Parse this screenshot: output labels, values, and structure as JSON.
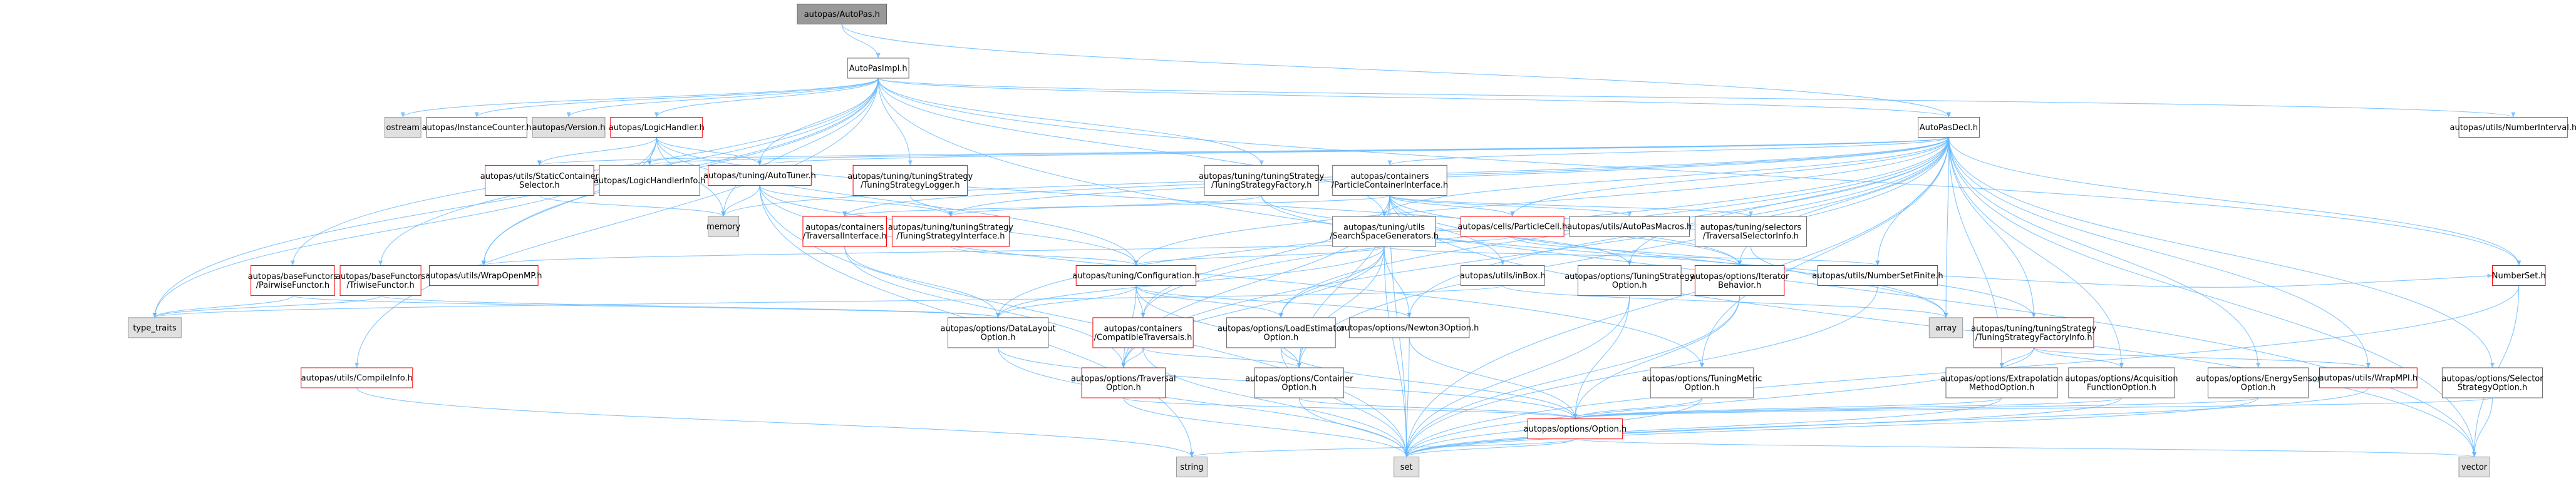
{
  "colors": {
    "root_fill": "#999999",
    "root_border": "#666666",
    "documented_fill": "#ffffff",
    "documented_border": "#666666",
    "truncated_border": "#ff0000",
    "external_fill": "#e0e0e0",
    "external_border": "#999999",
    "edge": "#63b8ff"
  },
  "nodes": [
    {
      "id": "autopas_h",
      "lines": [
        "autopas/AutoPas.h"
      ],
      "kind": "root"
    },
    {
      "id": "autopasimpl",
      "lines": [
        "AutoPasImpl.h"
      ],
      "kind": "documented"
    },
    {
      "id": "autopasdecl",
      "lines": [
        "AutoPasDecl.h"
      ],
      "kind": "documented"
    },
    {
      "id": "ostream",
      "lines": [
        "ostream"
      ],
      "kind": "external"
    },
    {
      "id": "instancecounter",
      "lines": [
        "autopas/InstanceCounter.h"
      ],
      "kind": "documented"
    },
    {
      "id": "version",
      "lines": [
        "autopas/Version.h"
      ],
      "kind": "external"
    },
    {
      "id": "logichandler",
      "lines": [
        "autopas/LogicHandler.h"
      ],
      "kind": "truncated"
    },
    {
      "id": "numberinterval",
      "lines": [
        "autopas/utils/NumberInterval.h"
      ],
      "kind": "documented"
    },
    {
      "id": "staticcontainer",
      "lines": [
        "autopas/utils/StaticContainer",
        "Selector.h"
      ],
      "kind": "truncated"
    },
    {
      "id": "logichandlerinfo",
      "lines": [
        "autopas/LogicHandlerInfo.h"
      ],
      "kind": "documented"
    },
    {
      "id": "autotuner",
      "lines": [
        "autopas/tuning/AutoTuner.h"
      ],
      "kind": "truncated"
    },
    {
      "id": "strategylogger",
      "lines": [
        "autopas/tuning/tuningStrategy",
        "/TuningStrategyLogger.h"
      ],
      "kind": "truncated"
    },
    {
      "id": "strategyfactory",
      "lines": [
        "autopas/tuning/tuningStrategy",
        "/TuningStrategyFactory.h"
      ],
      "kind": "documented"
    },
    {
      "id": "pcinterface",
      "lines": [
        "autopas/containers",
        "/ParticleContainerInterface.h"
      ],
      "kind": "documented"
    },
    {
      "id": "memory",
      "lines": [
        "memory"
      ],
      "kind": "external"
    },
    {
      "id": "traversalinterface",
      "lines": [
        "autopas/containers",
        "/TraversalInterface.h"
      ],
      "kind": "truncated"
    },
    {
      "id": "strategyinterface",
      "lines": [
        "autopas/tuning/tuningStrategy",
        "/TuningStrategyInterface.h"
      ],
      "kind": "truncated"
    },
    {
      "id": "searchspace",
      "lines": [
        "autopas/tuning/utils",
        "/SearchSpaceGenerators.h"
      ],
      "kind": "documented"
    },
    {
      "id": "particlecell",
      "lines": [
        "autopas/cells/ParticleCell.h"
      ],
      "kind": "truncated"
    },
    {
      "id": "automacros",
      "lines": [
        "autopas/utils/AutoPasMacros.h"
      ],
      "kind": "documented"
    },
    {
      "id": "selectorinfo",
      "lines": [
        "autopas/tuning/selectors",
        "/TraversalSelectorInfo.h"
      ],
      "kind": "documented"
    },
    {
      "id": "pairwise",
      "lines": [
        "autopas/baseFunctors",
        "/PairwiseFunctor.h"
      ],
      "kind": "truncated"
    },
    {
      "id": "triwise",
      "lines": [
        "autopas/baseFunctors",
        "/TriwiseFunctor.h"
      ],
      "kind": "truncated"
    },
    {
      "id": "wrapopenmp",
      "lines": [
        "autopas/utils/WrapOpenMP.h"
      ],
      "kind": "truncated"
    },
    {
      "id": "configuration",
      "lines": [
        "autopas/tuning/Configuration.h"
      ],
      "kind": "truncated"
    },
    {
      "id": "inbox",
      "lines": [
        "autopas/utils/inBox.h"
      ],
      "kind": "documented"
    },
    {
      "id": "tuningstrategyoption",
      "lines": [
        "autopas/options/TuningStrategy",
        "Option.h"
      ],
      "kind": "documented"
    },
    {
      "id": "iteratorbehavior",
      "lines": [
        "autopas/options/Iterator",
        "Behavior.h"
      ],
      "kind": "truncated"
    },
    {
      "id": "numbersetfinite",
      "lines": [
        "autopas/utils/NumberSetFinite.h"
      ],
      "kind": "truncated"
    },
    {
      "id": "numberset",
      "lines": [
        "NumberSet.h"
      ],
      "kind": "truncated"
    },
    {
      "id": "typetraits",
      "lines": [
        "type_traits"
      ],
      "kind": "external"
    },
    {
      "id": "datalayout",
      "lines": [
        "autopas/options/DataLayout",
        "Option.h"
      ],
      "kind": "documented"
    },
    {
      "id": "compatibletraversals",
      "lines": [
        "autopas/containers",
        "/CompatibleTraversals.h"
      ],
      "kind": "truncated"
    },
    {
      "id": "loadestimator",
      "lines": [
        "autopas/options/LoadEstimator",
        "Option.h"
      ],
      "kind": "documented"
    },
    {
      "id": "newton3",
      "lines": [
        "autopas/options/Newton3Option.h"
      ],
      "kind": "documented"
    },
    {
      "id": "array",
      "lines": [
        "array"
      ],
      "kind": "external"
    },
    {
      "id": "factoryinfo",
      "lines": [
        "autopas/tuning/tuningStrategy",
        "/TuningStrategyFactoryInfo.h"
      ],
      "kind": "truncated"
    },
    {
      "id": "compileinfo",
      "lines": [
        "autopas/utils/CompileInfo.h"
      ],
      "kind": "truncated"
    },
    {
      "id": "traversaloption",
      "lines": [
        "autopas/options/Traversal",
        "Option.h"
      ],
      "kind": "truncated"
    },
    {
      "id": "containeroption",
      "lines": [
        "autopas/options/Container",
        "Option.h"
      ],
      "kind": "documented"
    },
    {
      "id": "tuningmetric",
      "lines": [
        "autopas/options/TuningMetric",
        "Option.h"
      ],
      "kind": "documented"
    },
    {
      "id": "extrapolation",
      "lines": [
        "autopas/options/Extrapolation",
        "MethodOption.h"
      ],
      "kind": "documented"
    },
    {
      "id": "acquisition",
      "lines": [
        "autopas/options/Acquisition",
        "FunctionOption.h"
      ],
      "kind": "documented"
    },
    {
      "id": "energysensor",
      "lines": [
        "autopas/options/EnergySensor",
        "Option.h"
      ],
      "kind": "documented"
    },
    {
      "id": "wrapmpi",
      "lines": [
        "autopas/utils/WrapMPI.h"
      ],
      "kind": "truncated"
    },
    {
      "id": "selectorstrategy",
      "lines": [
        "autopas/options/Selector",
        "StrategyOption.h"
      ],
      "kind": "documented"
    },
    {
      "id": "optionh",
      "lines": [
        "autopas/options/Option.h"
      ],
      "kind": "truncated"
    },
    {
      "id": "string",
      "lines": [
        "string"
      ],
      "kind": "external"
    },
    {
      "id": "set",
      "lines": [
        "set"
      ],
      "kind": "external"
    },
    {
      "id": "vector",
      "lines": [
        "vector"
      ],
      "kind": "external"
    }
  ]
}
